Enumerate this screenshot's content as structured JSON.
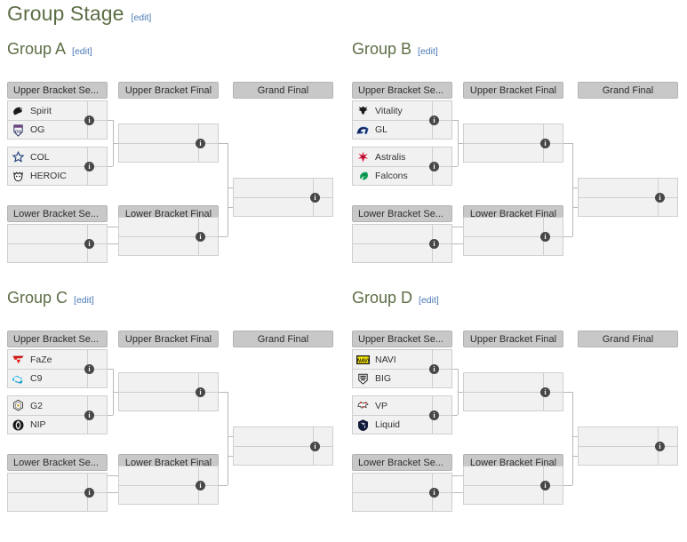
{
  "page": {
    "title": "Group Stage",
    "edit_label": "[edit]"
  },
  "round_labels": {
    "upper_bracket_semi": "Upper Bracket Se...",
    "upper_bracket_final": "Upper Bracket Final",
    "grand_final": "Grand Final",
    "lower_bracket_semi": "Lower Bracket Se...",
    "lower_bracket_final": "Lower Bracket Final"
  },
  "info_badge": {
    "glyph": "i",
    "color": "#474747"
  },
  "theme": {
    "heading_color": "#5c6e45",
    "link_color": "#4a7ab5",
    "round_header_bg": "#c8c8c8",
    "match_bg": "#f1f1f1",
    "match_border": "#cfcfcf",
    "connector": "#b9b9b9"
  },
  "groups": [
    {
      "id": "group-a",
      "title": "Group A",
      "edit_label": "[edit]",
      "matches": {
        "ub_semi_1": {
          "teams": [
            {
              "name": "Spirit",
              "logo": "spirit-logo",
              "score": ""
            },
            {
              "name": "OG",
              "logo": "og-logo",
              "score": ""
            }
          ]
        },
        "ub_semi_2": {
          "teams": [
            {
              "name": "COL",
              "logo": "complexity-logo",
              "score": ""
            },
            {
              "name": "HEROIC",
              "logo": "heroic-logo",
              "score": ""
            }
          ]
        },
        "ub_final": {
          "teams": [
            {
              "name": "",
              "logo": "",
              "score": ""
            },
            {
              "name": "",
              "logo": "",
              "score": ""
            }
          ]
        },
        "lb_semi": {
          "teams": [
            {
              "name": "",
              "logo": "",
              "score": ""
            },
            {
              "name": "",
              "logo": "",
              "score": ""
            }
          ]
        },
        "lb_final": {
          "teams": [
            {
              "name": "",
              "logo": "",
              "score": ""
            },
            {
              "name": "",
              "logo": "",
              "score": ""
            }
          ]
        },
        "grand_final": {
          "teams": [
            {
              "name": "",
              "logo": "",
              "score": ""
            },
            {
              "name": "",
              "logo": "",
              "score": ""
            }
          ]
        }
      }
    },
    {
      "id": "group-b",
      "title": "Group B",
      "edit_label": "[edit]",
      "matches": {
        "ub_semi_1": {
          "teams": [
            {
              "name": "Vitality",
              "logo": "vitality-logo",
              "score": ""
            },
            {
              "name": "GL",
              "logo": "gamerlegion-logo",
              "score": ""
            }
          ]
        },
        "ub_semi_2": {
          "teams": [
            {
              "name": "Astralis",
              "logo": "astralis-logo",
              "score": ""
            },
            {
              "name": "Falcons",
              "logo": "falcons-logo",
              "score": ""
            }
          ]
        },
        "ub_final": {
          "teams": [
            {
              "name": "",
              "logo": "",
              "score": ""
            },
            {
              "name": "",
              "logo": "",
              "score": ""
            }
          ]
        },
        "lb_semi": {
          "teams": [
            {
              "name": "",
              "logo": "",
              "score": ""
            },
            {
              "name": "",
              "logo": "",
              "score": ""
            }
          ]
        },
        "lb_final": {
          "teams": [
            {
              "name": "",
              "logo": "",
              "score": ""
            },
            {
              "name": "",
              "logo": "",
              "score": ""
            }
          ]
        },
        "grand_final": {
          "teams": [
            {
              "name": "",
              "logo": "",
              "score": ""
            },
            {
              "name": "",
              "logo": "",
              "score": ""
            }
          ]
        }
      }
    },
    {
      "id": "group-c",
      "title": "Group C",
      "edit_label": "[edit]",
      "matches": {
        "ub_semi_1": {
          "teams": [
            {
              "name": "FaZe",
              "logo": "faze-logo",
              "score": ""
            },
            {
              "name": "C9",
              "logo": "cloud9-logo",
              "score": ""
            }
          ]
        },
        "ub_semi_2": {
          "teams": [
            {
              "name": "G2",
              "logo": "g2-logo",
              "score": ""
            },
            {
              "name": "NIP",
              "logo": "nip-logo",
              "score": ""
            }
          ]
        },
        "ub_final": {
          "teams": [
            {
              "name": "",
              "logo": "",
              "score": ""
            },
            {
              "name": "",
              "logo": "",
              "score": ""
            }
          ]
        },
        "lb_semi": {
          "teams": [
            {
              "name": "",
              "logo": "",
              "score": ""
            },
            {
              "name": "",
              "logo": "",
              "score": ""
            }
          ]
        },
        "lb_final": {
          "teams": [
            {
              "name": "",
              "logo": "",
              "score": ""
            },
            {
              "name": "",
              "logo": "",
              "score": ""
            }
          ]
        },
        "grand_final": {
          "teams": [
            {
              "name": "",
              "logo": "",
              "score": ""
            },
            {
              "name": "",
              "logo": "",
              "score": ""
            }
          ]
        }
      }
    },
    {
      "id": "group-d",
      "title": "Group D",
      "edit_label": "[edit]",
      "matches": {
        "ub_semi_1": {
          "teams": [
            {
              "name": "NAVI",
              "logo": "navi-logo",
              "score": ""
            },
            {
              "name": "BIG",
              "logo": "big-logo",
              "score": ""
            }
          ]
        },
        "ub_semi_2": {
          "teams": [
            {
              "name": "VP",
              "logo": "virtuspro-logo",
              "score": ""
            },
            {
              "name": "Liquid",
              "logo": "liquid-logo",
              "score": ""
            }
          ]
        },
        "ub_final": {
          "teams": [
            {
              "name": "",
              "logo": "",
              "score": ""
            },
            {
              "name": "",
              "logo": "",
              "score": ""
            }
          ]
        },
        "lb_semi": {
          "teams": [
            {
              "name": "",
              "logo": "",
              "score": ""
            },
            {
              "name": "",
              "logo": "",
              "score": ""
            }
          ]
        },
        "lb_final": {
          "teams": [
            {
              "name": "",
              "logo": "",
              "score": ""
            },
            {
              "name": "",
              "logo": "",
              "score": ""
            }
          ]
        },
        "grand_final": {
          "teams": [
            {
              "name": "",
              "logo": "",
              "score": ""
            },
            {
              "name": "",
              "logo": "",
              "score": ""
            }
          ]
        }
      }
    }
  ]
}
